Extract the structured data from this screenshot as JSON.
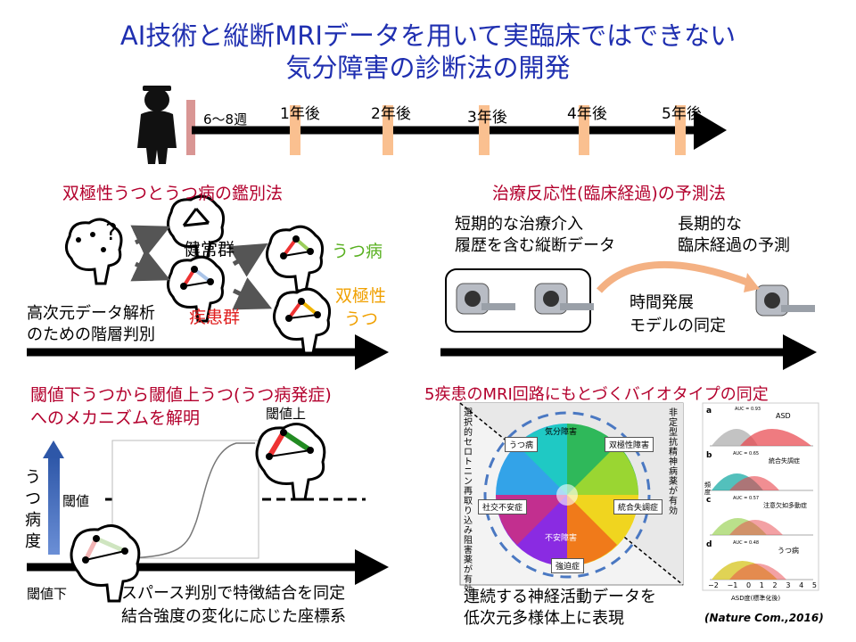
{
  "title": {
    "line1": "AI技術と縦断MRIデータを用いて実臨床ではできない",
    "line2": "気分障害の診断法の開発"
  },
  "timeline": {
    "week_label": "6～8週",
    "years": [
      "1年後",
      "2年後",
      "3年後",
      "4年後",
      "5年後"
    ]
  },
  "top_left": {
    "heading": "双極性うつとうつ病の鑑別法",
    "healthy": "健常群",
    "patients": "疾患群",
    "depression": "うつ病",
    "bipolar_line1": "双極性",
    "bipolar_line2": "うつ",
    "method_line1": "高次元データ解析",
    "method_line2": "のための階層判別",
    "question": "?"
  },
  "top_right": {
    "heading": "治療反応性(臨床経過)の予測法",
    "short_line1": "短期的な治療介入",
    "short_line2": "履歴を含む縦断データ",
    "long_line1": "長期的な",
    "long_line2": "臨床経過の予測",
    "model_line1": "時間発展",
    "model_line2": "モデルの同定"
  },
  "bottom_left": {
    "heading_line1": "閾値下うつから閾値上うつ(うつ病発症)",
    "heading_line2": "へのメカニズムを解明",
    "above": "閾値上",
    "threshold": "閾値",
    "below": "閾値下",
    "axis_chars": [
      "う",
      "つ",
      "病",
      "度"
    ],
    "caption_line1": "スパース判別で特徴結合を同定",
    "caption_line2": "結合強度の変化に応じた座標系"
  },
  "bottom_right": {
    "heading": "5疾患のMRI回路にもとづくバイオタイプの同定",
    "wheel": {
      "top": "気分障害",
      "bottom": "不安障害",
      "depression": "うつ病",
      "bipolar": "双極性障害",
      "social_anxiety": "社交不安症",
      "schizophrenia": "統合失調症",
      "ocd": "強迫症",
      "left_note": "選択的セロトニン再取り込み阻害薬が有効",
      "right_note": "非定型抗精神病薬が有効"
    },
    "caption_line1": "連続する神経活動データを",
    "caption_line2": "低次元多様体上に表現",
    "citation": "(Nature Com.,2016)",
    "density_panels": [
      {
        "letter": "a",
        "label": "ASD",
        "auc": "AUC = 0.93"
      },
      {
        "letter": "b",
        "label": "統合失調症",
        "auc": "AUC = 0.65"
      },
      {
        "letter": "c",
        "label": "注意欠如多動症",
        "auc": "AUC = 0.57"
      },
      {
        "letter": "d",
        "label": "うつ病",
        "auc": "AUC = 0.48"
      }
    ],
    "x_ticks": [
      "−2",
      "−1",
      "0",
      "1",
      "2",
      "3",
      "4",
      "5"
    ],
    "x_label": "ASD度(標準化後)",
    "y_label": "頻度"
  }
}
